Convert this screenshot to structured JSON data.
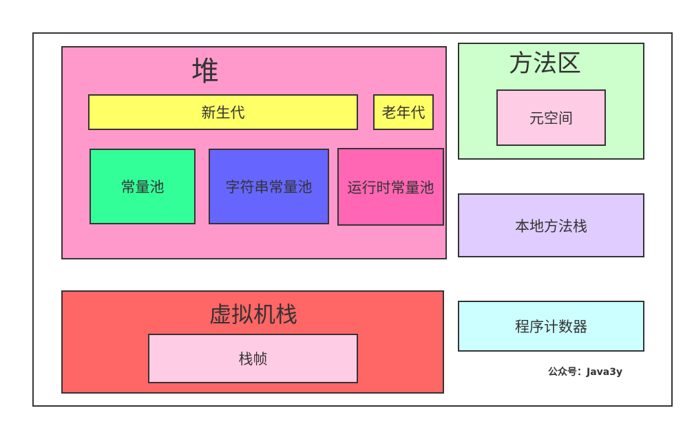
{
  "diagram": {
    "heap": {
      "title": "堆",
      "young_gen": "新生代",
      "old_gen": "老年代",
      "constant_pool": "常量池",
      "string_constant_pool": "字符串常量池",
      "runtime_constant_pool": "运行时常量池"
    },
    "method_area": {
      "title": "方法区",
      "metaspace": "元空间"
    },
    "native_method_stack": "本地方法栈",
    "vm_stack": {
      "title": "虚拟机栈",
      "stack_frame": "栈帧"
    },
    "program_counter": "程序计数器",
    "watermark": "公众号：Java3y"
  },
  "colors": {
    "heap": "#ff99cc",
    "young_gen": "#ffff66",
    "old_gen": "#ffff66",
    "constant_pool": "#33ff99",
    "string_constant_pool": "#6666ff",
    "runtime_constant_pool": "#ff66b3",
    "method_area": "#ccffcc",
    "metaspace": "#ffcce6",
    "native_method_stack": "#e0ccff",
    "vm_stack": "#ff6666",
    "stack_frame": "#ffcce6",
    "program_counter": "#ccffff"
  }
}
